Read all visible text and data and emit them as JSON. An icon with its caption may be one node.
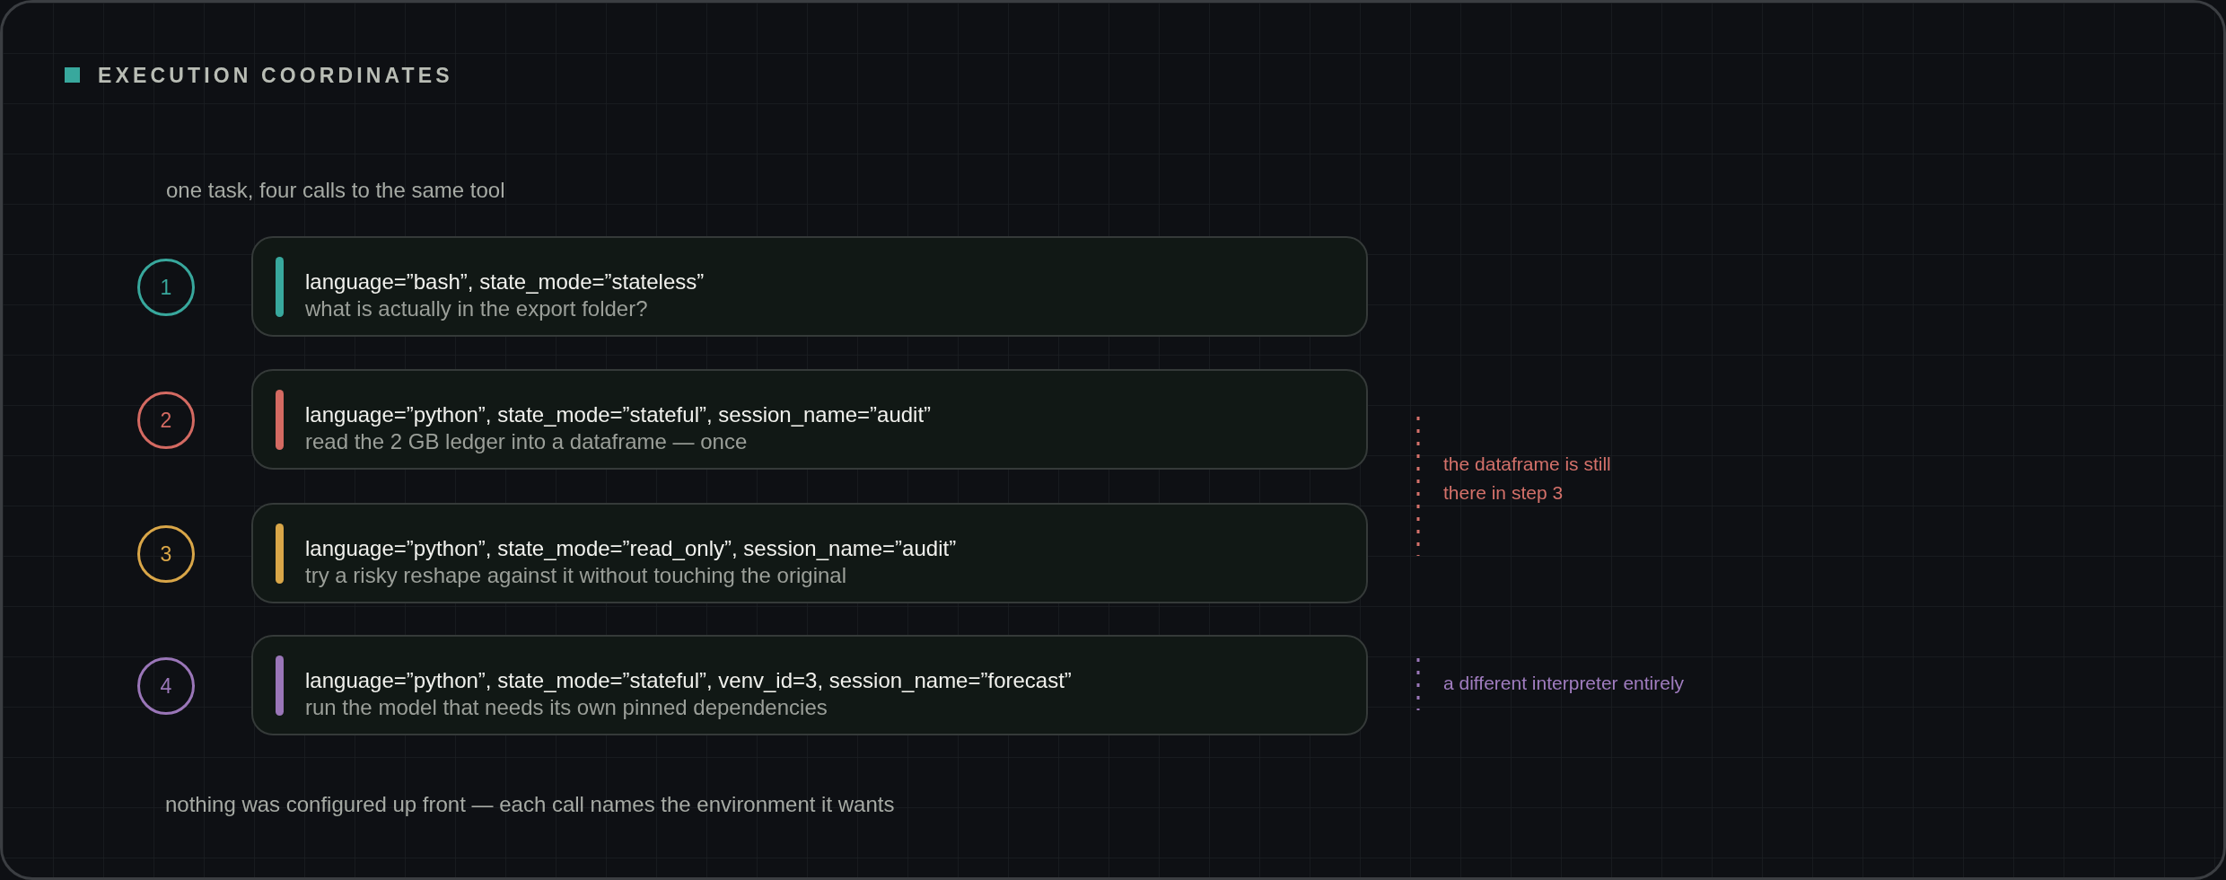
{
  "diagram": {
    "title": "EXECUTION COORDINATES",
    "nodes": [
      {
        "text": [
          "1"
        ]
      },
      {
        "text": [
          "language=”bash”, state_mode=”stateless”",
          "what is actually in the export folder?"
        ]
      },
      {
        "text": [
          "2"
        ]
      },
      {
        "text": [
          "language=”python”, state_mode=”stateful”, session_name=”audit”",
          "read the 2 GB ledger into a dataframe — once"
        ]
      },
      {
        "text": [
          "3"
        ]
      },
      {
        "text": [
          "language=”python”, state_mode=”read_only”, session_name=”audit”",
          "try a risky reshape against it without touching the original"
        ]
      },
      {
        "text": [
          "4"
        ]
      },
      {
        "text": [
          "language=”python”, state_mode=”stateful”, venv_id=3, session_name=”forecast”",
          "run the model that needs its own pinned dependencies"
        ]
      }
    ],
    "labels": [
      "one task, four calls to the same tool",
      "the dataframe is still there in step 3",
      "a different interpreter entirely"
    ],
    "caption": "nothing was configured up front — each call names the environment it wants"
  }
}
